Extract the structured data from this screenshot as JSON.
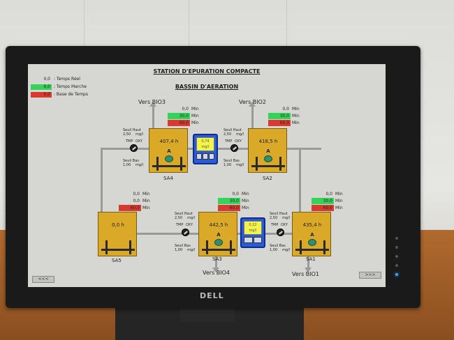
{
  "header": {
    "title": "STATION D'EPURATION COMPACTE",
    "subtitle": "BASSIN D'AERATION"
  },
  "legend": [
    {
      "value": "0,0",
      "label": ": Temps Réel",
      "color": ""
    },
    {
      "value": "0,0",
      "label": ": Temps Marche",
      "color": "#35d25a"
    },
    {
      "value": "0,0",
      "label": ": Base de Temps",
      "color": "#d83a2e"
    }
  ],
  "destinations": {
    "bio3": "Vers BIO3",
    "bio2": "Vers BIO2",
    "bio4": "Vers BIO4",
    "bio1": "Vers BIO1"
  },
  "units": {
    "sa4": {
      "name": "SA4",
      "hours": "407,4 h",
      "letter": "A",
      "real": "0,0",
      "run": "30,0",
      "base": "60,0"
    },
    "sa2": {
      "name": "SA2",
      "hours": "416,5 h",
      "letter": "A",
      "real": "0,0",
      "run": "30,0",
      "base": "60,0"
    },
    "sa5": {
      "name": "SA5",
      "hours": "0,0 h",
      "letter": "",
      "real": "0,0",
      "run": "0,0",
      "base": "60,0"
    },
    "sa3": {
      "name": "SA3",
      "hours": "442,5 h",
      "letter": "A",
      "real": "0,0",
      "run": "30,0",
      "base": "60,0"
    },
    "sa1": {
      "name": "SA1",
      "hours": "435,4 h",
      "letter": "A",
      "real": "0,0",
      "run": "30,0",
      "base": "60,0"
    }
  },
  "unit_label": "Min",
  "sensors": {
    "threshold_high_label": "Seuil Haut",
    "threshold_low_label": "Seuil Bas",
    "high_value": "2,50",
    "low_value": "1,00",
    "unit": "mg/l",
    "tmp_label": "TMP",
    "oxy_label": "OXY"
  },
  "controllers": [
    {
      "value": "0,74",
      "unit": "mg/l"
    },
    {
      "value": "0,22",
      "unit": "mg/l"
    }
  ],
  "nav": {
    "left": "<<<",
    "right": ">>>"
  },
  "brand": "DELL"
}
